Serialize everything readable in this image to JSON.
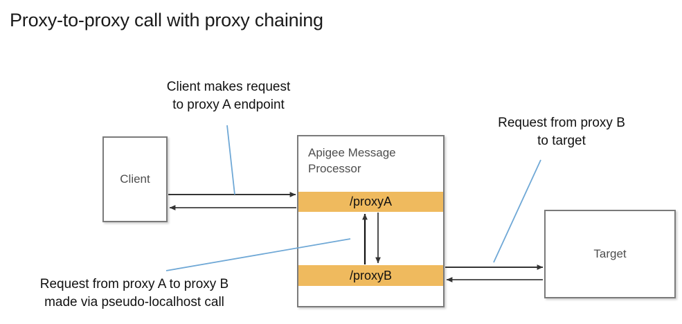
{
  "title": "Proxy-to-proxy call with proxy chaining",
  "nodes": {
    "client": {
      "label": "Client"
    },
    "target": {
      "label": "Target"
    },
    "message_processor": {
      "label": "Apigee Message\nProcessor",
      "proxy_a": "/proxyA",
      "proxy_b": "/proxyB"
    }
  },
  "annotations": {
    "client_request": "Client makes request\nto proxy A endpoint",
    "target_request": "Request from proxy B\nto target",
    "chaining_request": "Request from proxy A to proxy B\nmade via pseudo-localhost call"
  },
  "colors": {
    "proxy_bar": "#efba5e",
    "box_border": "#7a7a7a",
    "arrow": "#333333",
    "leader_line": "#6fa8d6",
    "node_text": "#4d4d4d",
    "title_text": "#1a1a1a"
  }
}
